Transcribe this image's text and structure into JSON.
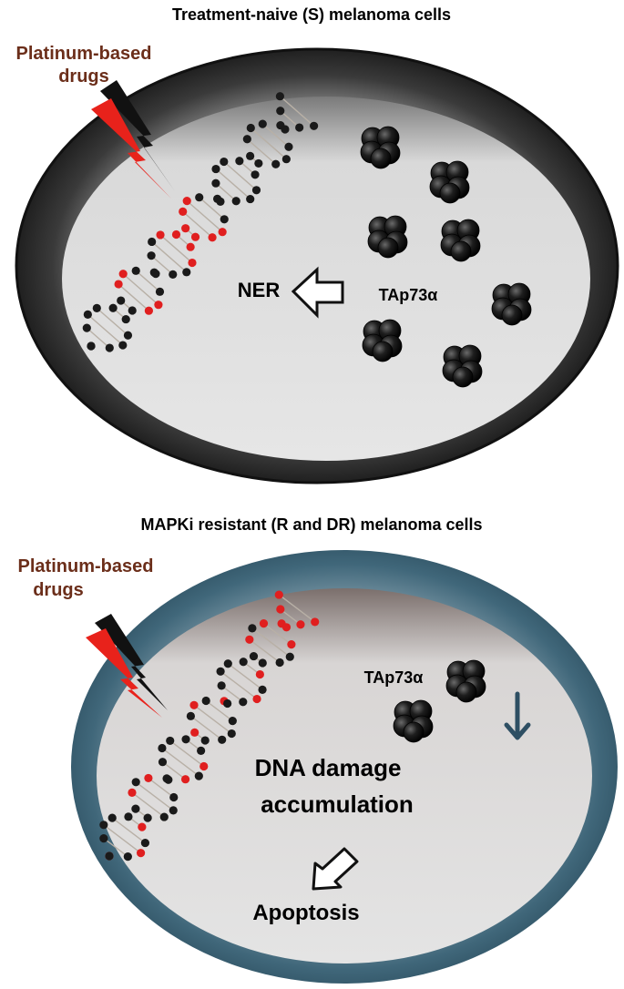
{
  "panel_top": {
    "title": "Treatment-naive (S) melanoma cells",
    "drug_label_line1": "Platinum-based",
    "drug_label_line2": "drugs",
    "ner_label": "NER",
    "protein_label": "TAp73α"
  },
  "panel_bottom": {
    "title": "MAPKi resistant (R and DR) melanoma cells",
    "drug_label_line1": "Platinum-based",
    "drug_label_line2": "drugs",
    "protein_label": "TAp73α",
    "damage_line1": "DNA damage",
    "damage_line2": "accumulation",
    "apoptosis_label": "Apoptosis"
  },
  "colors": {
    "drug_text": "#6b2e1a",
    "lightning_red": "#e8221b",
    "damage_red": "#e01f1f",
    "top_cell_outer": "#1a1a1a",
    "bottom_cell_outer": "#3d5f70",
    "down_arrow": "#2e4f63"
  }
}
